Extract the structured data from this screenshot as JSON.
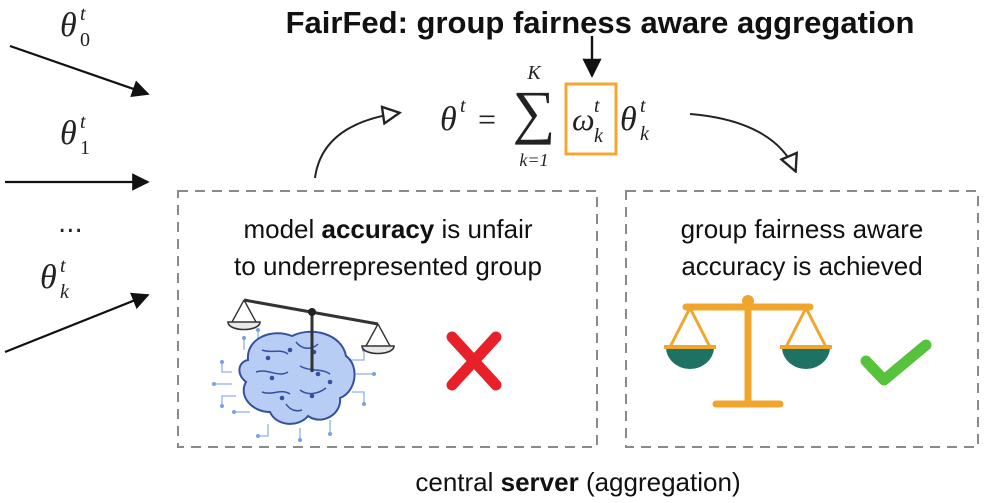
{
  "title": "FairFed: group fairness aware aggregation",
  "inputs": [
    {
      "sym": "θ",
      "sup": "t",
      "sub": "0"
    },
    {
      "sym": "θ",
      "sup": "t",
      "sub": "1"
    },
    {
      "ellipsis": "..."
    },
    {
      "sym": "θ",
      "sup": "t",
      "sub": "k"
    }
  ],
  "formula": {
    "lhs": "θ",
    "lhs_sup": "t",
    "eq": "=",
    "sum_top": "K",
    "sum_bottom": "k=1",
    "weight": "ω",
    "weight_sup": "t",
    "weight_sub": "k",
    "rhs": "θ",
    "rhs_sup": "t",
    "rhs_sub": "k"
  },
  "left_box": {
    "line1_pre": "model ",
    "line1_bold": "accuracy",
    "line1_post": " is unfair",
    "line2": "to underrepresented group"
  },
  "right_box": {
    "line1": "group fairness aware",
    "line2": "accuracy is achieved"
  },
  "footer": {
    "pre": "central ",
    "bold": "server",
    "post": " (aggregation)"
  },
  "colors": {
    "highlight": "#f0a830",
    "scale_gold": "#f0a62c",
    "pan_teal": "#1e7264",
    "cross_red": "#e8202a",
    "check_green": "#57c23b",
    "box_dash": "#8a8a8a",
    "brain_blue": "#4c6fc4"
  },
  "icons": [
    "brain-scale-icon",
    "cross-icon",
    "balanced-scale-icon",
    "checkmark-icon"
  ]
}
